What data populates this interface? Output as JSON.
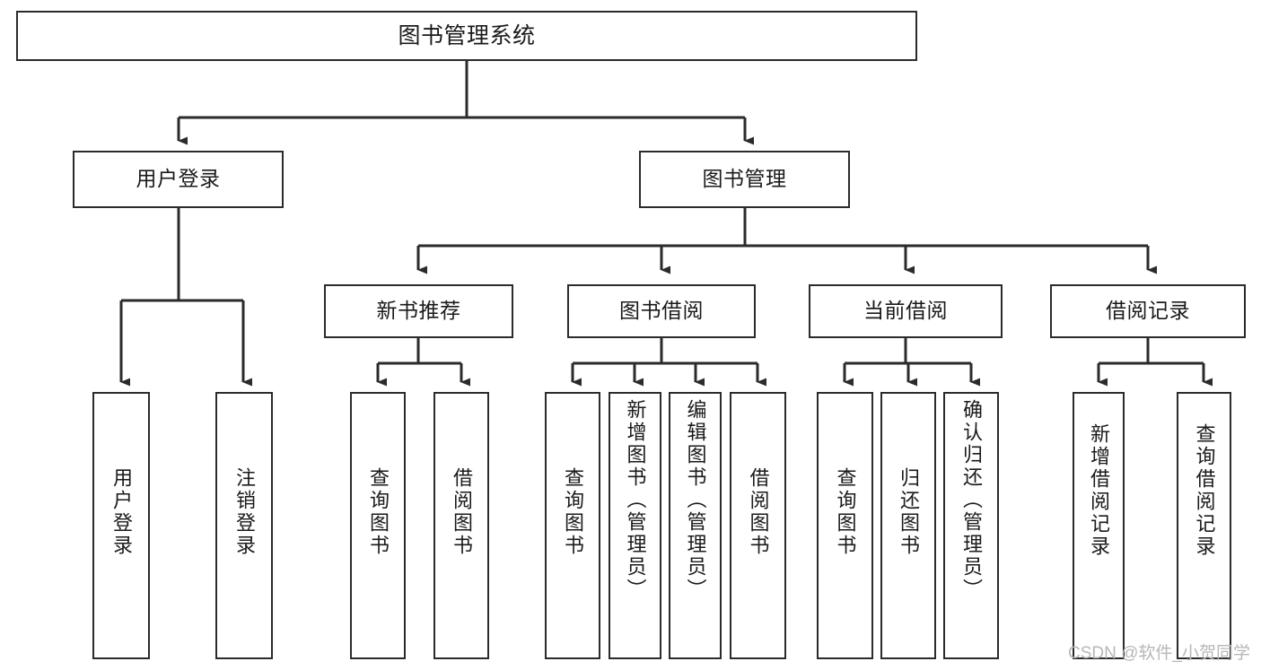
{
  "diagram": {
    "type": "tree",
    "title": "图书管理系统",
    "watermark": "CSDN @软件_小贺同学",
    "colors": {
      "stroke": "#2b2b2b",
      "fill": "#ffffff",
      "text": "#1a1a1a",
      "watermark": "#b7b7b7"
    },
    "levels": {
      "level1": [
        {
          "id": "root",
          "label": "图书管理系统"
        }
      ],
      "level2": [
        {
          "id": "user-login",
          "label": "用户登录"
        },
        {
          "id": "book-manage",
          "label": "图书管理"
        }
      ],
      "level3": [
        {
          "id": "new-book-rec",
          "label": "新书推荐"
        },
        {
          "id": "book-borrow",
          "label": "图书借阅"
        },
        {
          "id": "current-borrow",
          "label": "当前借阅"
        },
        {
          "id": "borrow-record",
          "label": "借阅记录"
        }
      ],
      "leaves": [
        {
          "id": "leaf-user-login",
          "label": "用户登录",
          "parent": "user-login",
          "align": "middle"
        },
        {
          "id": "leaf-logout",
          "label": "注销登录",
          "parent": "user-login",
          "align": "middle"
        },
        {
          "id": "leaf-query-book-1",
          "label": "查询图书",
          "parent": "new-book-rec",
          "align": "middle"
        },
        {
          "id": "leaf-borrow-book-1",
          "label": "借阅图书",
          "parent": "new-book-rec",
          "align": "middle"
        },
        {
          "id": "leaf-query-book-2",
          "label": "查询图书",
          "parent": "book-borrow",
          "align": "middle"
        },
        {
          "id": "leaf-add-book",
          "label": "新增图书（管理员）",
          "parent": "book-borrow",
          "align": "top"
        },
        {
          "id": "leaf-edit-book",
          "label": "编辑图书（管理员）",
          "parent": "book-borrow",
          "align": "top"
        },
        {
          "id": "leaf-borrow-book-2",
          "label": "借阅图书",
          "parent": "book-borrow",
          "align": "middle"
        },
        {
          "id": "leaf-query-book-3",
          "label": "查询图书",
          "parent": "current-borrow",
          "align": "middle"
        },
        {
          "id": "leaf-return-book",
          "label": "归还图书",
          "parent": "current-borrow",
          "align": "middle"
        },
        {
          "id": "leaf-confirm-return",
          "label": "确认归还（管理员）",
          "parent": "current-borrow",
          "align": "top"
        },
        {
          "id": "leaf-add-record",
          "label": "新增借阅记录",
          "parent": "borrow-record",
          "align": "middle"
        },
        {
          "id": "leaf-query-record",
          "label": "查询借阅记录",
          "parent": "borrow-record",
          "align": "middle"
        }
      ]
    }
  }
}
